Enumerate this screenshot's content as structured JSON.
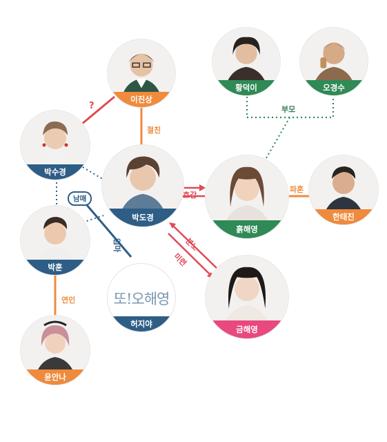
{
  "characters": {
    "lee_jinsang": "이진상",
    "hwang_deoki": "황덕이",
    "oh_gyeongsu": "오경수",
    "park_sukyeong": "박수경",
    "park_dogyeong": "박도경",
    "heuk_haeyoung": "흙해영",
    "han_taejin": "한태진",
    "park_hun": "박훈",
    "heo_jiya": "허지야",
    "geum_haeyoung": "금해영",
    "yoon_anna": "윤안나"
  },
  "relations": {
    "question": "?",
    "best_friend": "절친",
    "parents": "부모",
    "siblings": "남매",
    "affection": "호감",
    "broken_engagement": "파혼",
    "anger": "분노",
    "lingering": "미련",
    "mom": "엄마",
    "lovers": "연인"
  },
  "logo_text": "또!오해영",
  "colors": {
    "navy": "#2e5d86",
    "orange": "#f08a3c",
    "green": "#2f8a55",
    "pink": "#e8497e",
    "red": "#e04a55"
  }
}
